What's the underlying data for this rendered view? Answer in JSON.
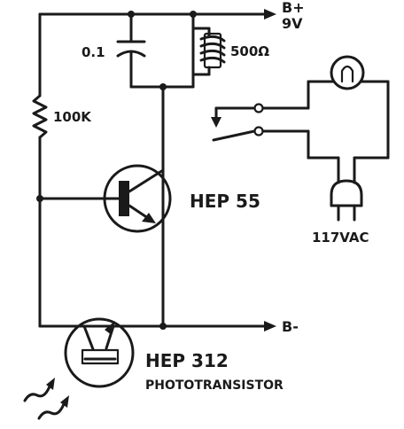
{
  "labels": {
    "supply_pos": "B+",
    "supply_voltage": "9V",
    "capacitor": "0.1",
    "relay_coil": "500Ω",
    "resistor": "100K",
    "transistor": "HEP 55",
    "supply_neg": "B-",
    "phototransistor_part": "HEP 312",
    "phototransistor_type": "PHOTOTRANSISTOR",
    "mains": "117VAC"
  }
}
